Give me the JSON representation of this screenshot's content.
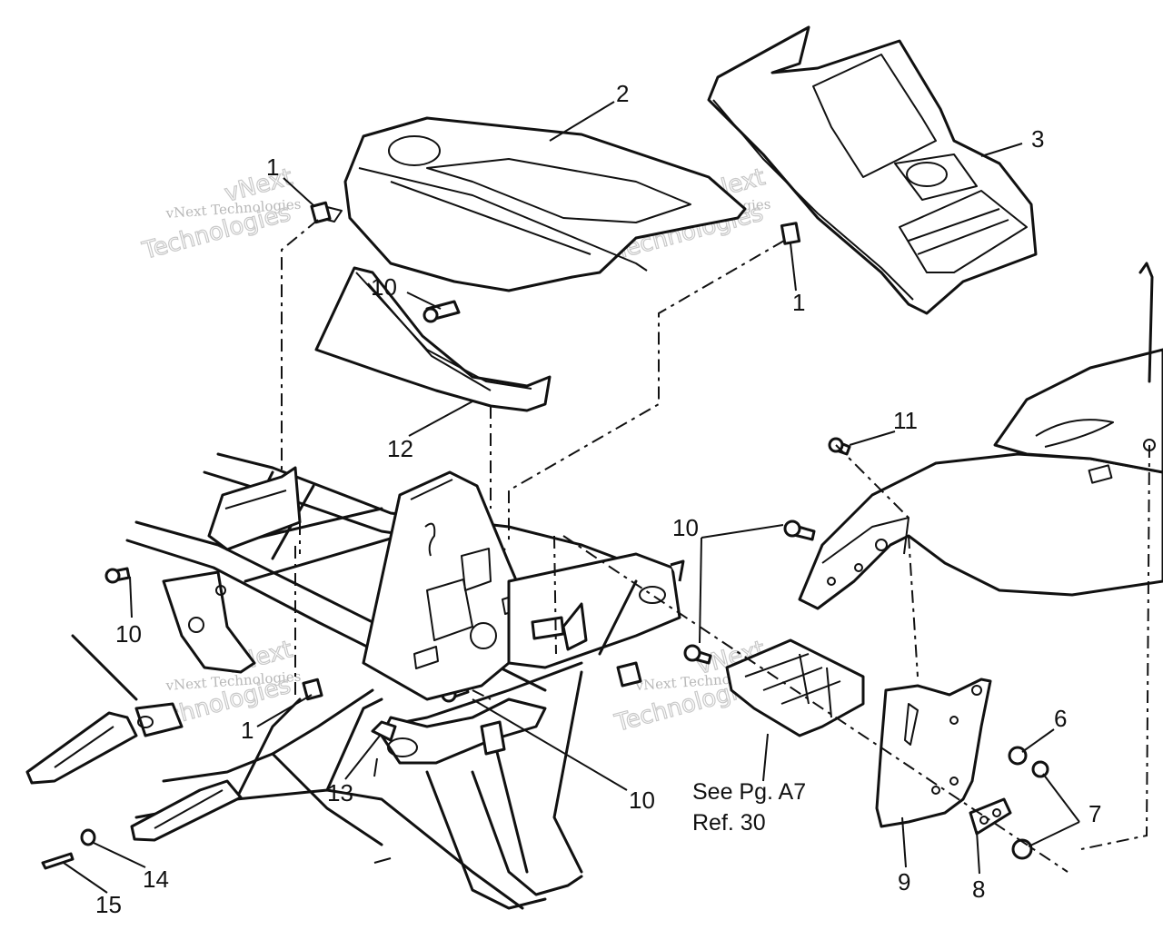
{
  "callouts": {
    "c1a": "1",
    "c2": "2",
    "c3": "3",
    "c1b": "1",
    "c10a": "10",
    "c12": "12",
    "c11": "11",
    "c10b": "10",
    "c10c": "10",
    "c1c": "1",
    "c13": "13",
    "c10d": "10",
    "c6": "6",
    "c7": "7",
    "c8": "8",
    "c9": "9",
    "c14": "14",
    "c15": "15"
  },
  "note": {
    "line1": "See Pg. A7",
    "line2": "Ref. 30"
  },
  "watermarks": {
    "company": "vNext Technologies",
    "short": "vNext",
    "word": "Technologies"
  }
}
